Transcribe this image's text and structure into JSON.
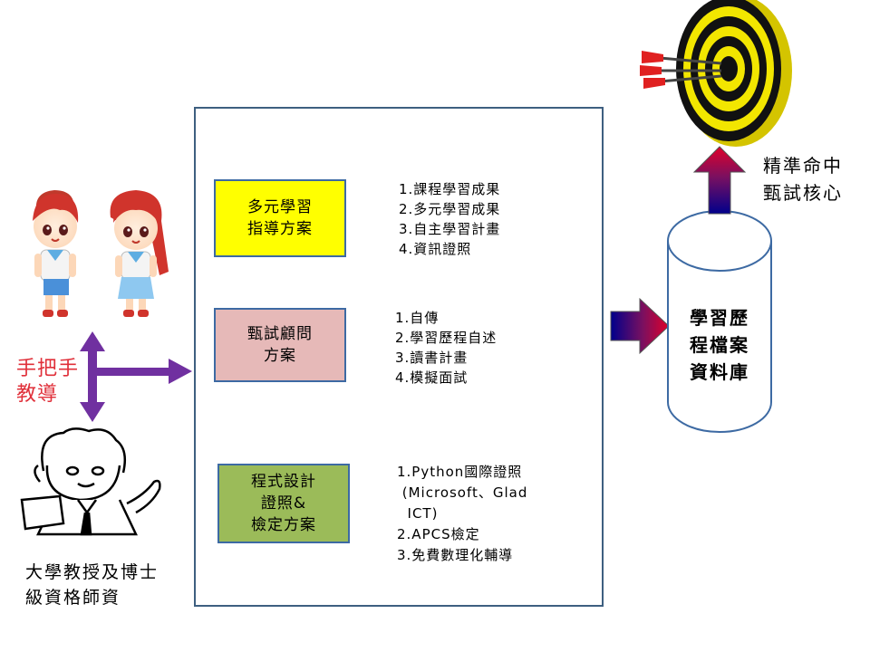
{
  "left_panel": {
    "guidance_label": "手把手\n教導",
    "teacher_caption": "大學教授及博士\n級資格師資"
  },
  "programs": [
    {
      "label": "多元學習\n指導方案",
      "fill": "#ffff00",
      "items": [
        "1.課程學習成果",
        "2.多元學習成果",
        "3.自主學習計畫",
        "4.資訊證照"
      ]
    },
    {
      "label": "甄試顧問\n方案",
      "fill": "#e6b9b8",
      "items": [
        "1.自傳",
        "2.學習歷程自述",
        "3.讀書計畫",
        "4.模擬面試"
      ]
    },
    {
      "label": "程式設計\n證照&\n檢定方案",
      "fill": "#9bbb59",
      "items": [
        "1.Python國際證照",
        " (Microsoft、Glad",
        "  ICT)",
        "2.APCS檢定",
        "3.免費數理化輔導"
      ]
    }
  ],
  "database": {
    "label": "學習歷\n程檔案\n資料庫"
  },
  "target": {
    "caption": "精準命中\n甄試核心"
  },
  "colors": {
    "frame_border": "#3e5f80",
    "box_border": "#3d6aa3",
    "arrow_purple": "#7030a0",
    "arrow_red": "#c00000",
    "guidance_text": "#e0303a"
  }
}
